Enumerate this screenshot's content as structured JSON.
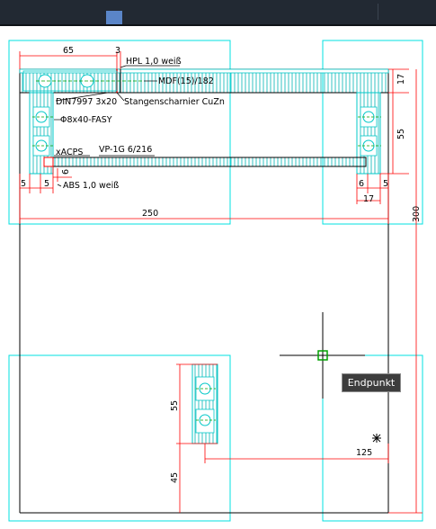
{
  "colors": {
    "background": "#ffffff",
    "viewport_frame": "#00e0e0",
    "dimension": "#ff0000",
    "geometry": "#000000",
    "part": "#00c8c8",
    "hatch": "#00b4b4",
    "label": "#000000",
    "snap_marker": "#00a000",
    "crosshair": "#000000",
    "tooltip_bg": "#3d3d3d"
  },
  "labels": {
    "hpl": "HPL 1,0 weiß",
    "mdf": "MDF(15)/182",
    "din": "DIN7997 3x20",
    "hinge": "Stangenscharnier CuZn",
    "dowel": "Φ8x40-FASY",
    "xacps": "xACPS",
    "vp": "VP-1G 6/216",
    "abs": "ABS 1,0 weiß"
  },
  "dimensions": {
    "d65": "65",
    "d3": "3",
    "d17_top": "17",
    "d55_top": "55",
    "d5_left_a": "5",
    "d5_left_b": "5",
    "d6_left": "6",
    "d6_right": "6",
    "d5_right": "5",
    "d17_bottom": "17",
    "d250": "250",
    "d300": "300",
    "d55_bottom": "55",
    "d45": "45",
    "d125": "125"
  },
  "snap": {
    "tooltip": "Endpunkt"
  }
}
